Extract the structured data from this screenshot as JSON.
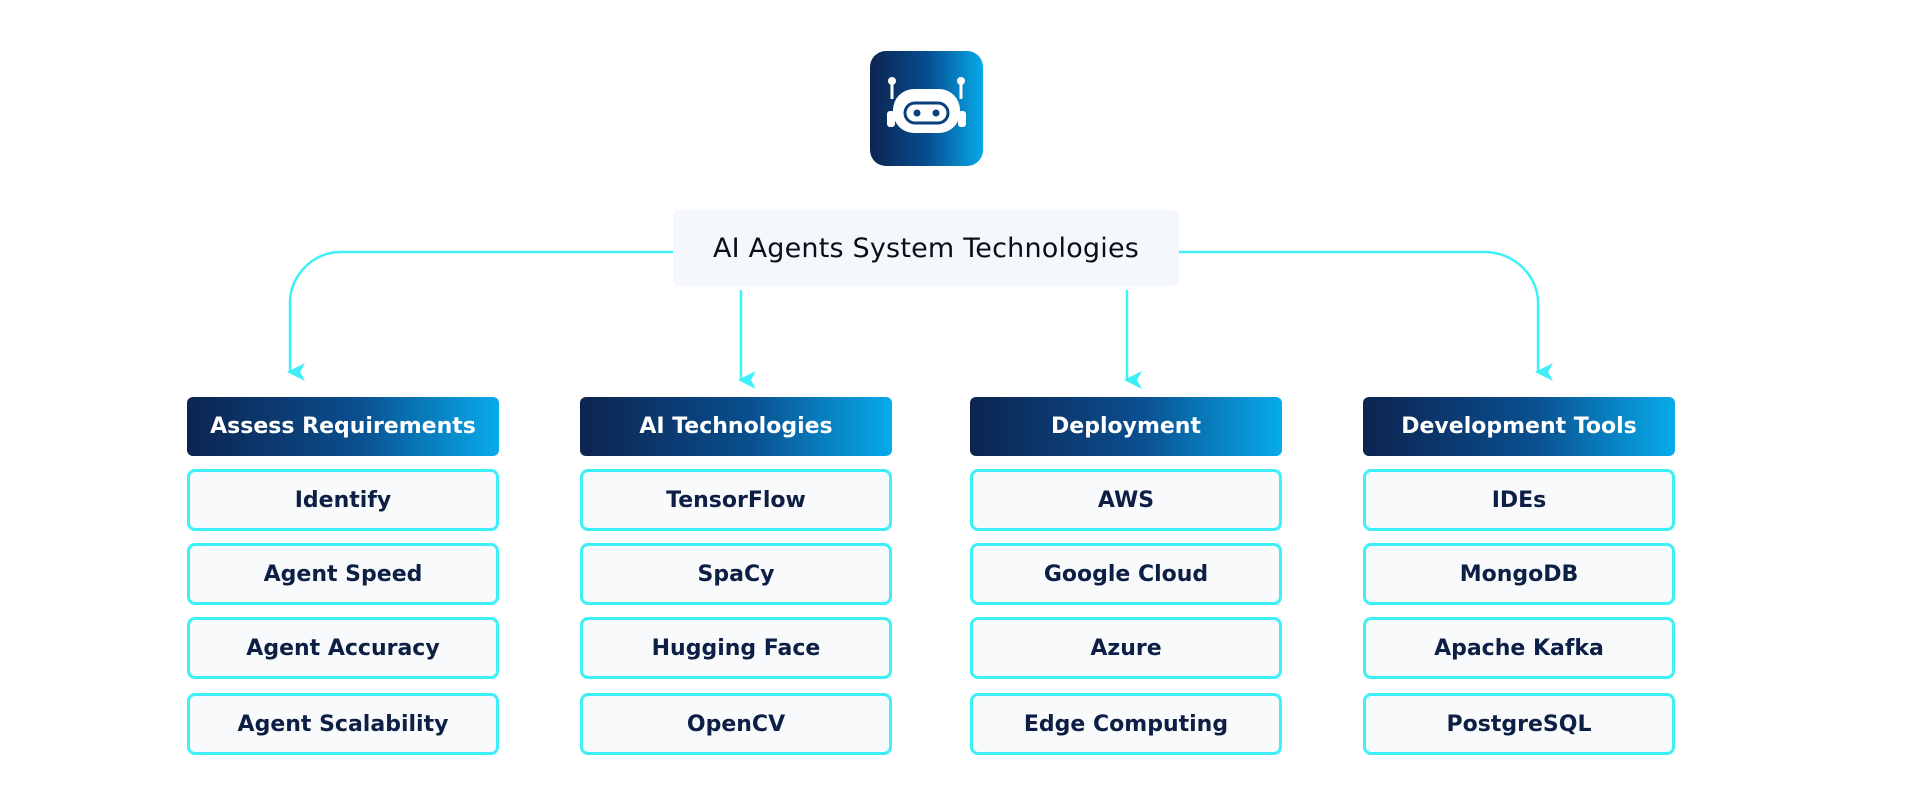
{
  "diagram": {
    "title": "AI Agents System Technologies",
    "icon": "robot-icon",
    "colors": {
      "connector": "#3df0f7",
      "header_gradient_start": "#0d2450",
      "header_gradient_end": "#07abeb",
      "item_border": "#3df0f7",
      "item_text": "#0d1f45",
      "root_background": "#f4f8fc"
    },
    "columns": [
      {
        "header": "Assess Requirements",
        "items": [
          "Identify",
          "Agent Speed",
          "Agent Accuracy",
          "Agent Scalability"
        ]
      },
      {
        "header": "AI Technologies",
        "items": [
          "TensorFlow",
          "SpaCy",
          "Hugging Face",
          "OpenCV"
        ]
      },
      {
        "header": "Deployment",
        "items": [
          "AWS",
          "Google Cloud",
          "Azure",
          "Edge Computing"
        ]
      },
      {
        "header": "Development Tools",
        "items": [
          "IDEs",
          "MongoDB",
          "Apache Kafka",
          "PostgreSQL"
        ]
      }
    ]
  }
}
